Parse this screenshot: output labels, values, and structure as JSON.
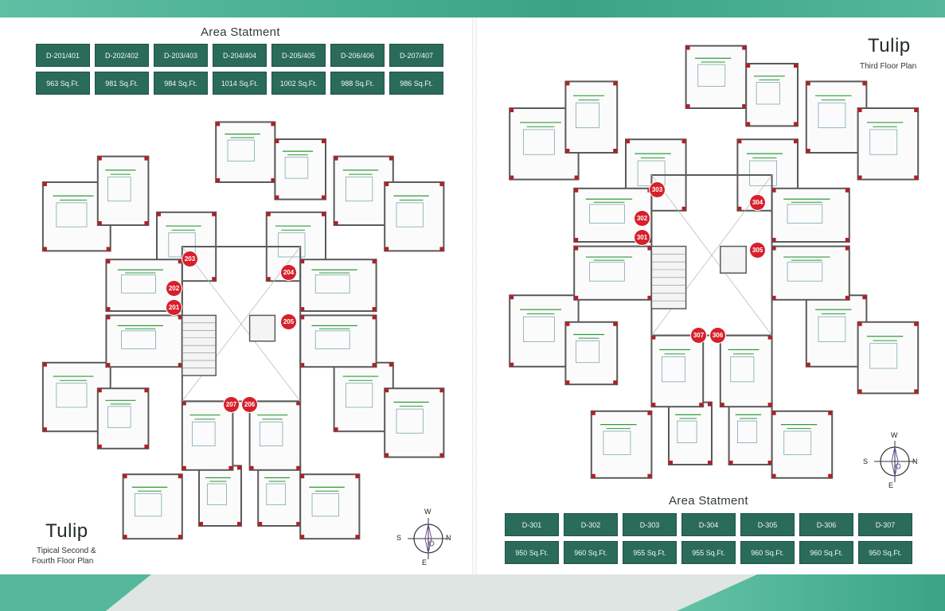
{
  "left": {
    "statement_title": "Area Statment",
    "units": [
      "D-201/401",
      "D-202/402",
      "D-203/403",
      "D-204/404",
      "D-205/405",
      "D-206/406",
      "D-207/407"
    ],
    "areas": [
      "963 Sq.Ft.",
      "981 Sq.Ft.",
      "984 Sq.Ft.",
      "1014 Sq.Ft.",
      "1002 Sq.Ft.",
      "988 Sq.Ft.",
      "986 Sq.Ft."
    ],
    "brand": "Tulip",
    "plan_title_line1": "Tipical Second &",
    "plan_title_line2": "Fourth Floor Plan",
    "badges": [
      "203",
      "202",
      "201",
      "204",
      "205",
      "207",
      "206"
    ]
  },
  "right": {
    "statement_title": "Area Statment",
    "units": [
      "D-301",
      "D-302",
      "D-303",
      "D-304",
      "D-305",
      "D-306",
      "D-307"
    ],
    "areas": [
      "950 Sq.Ft.",
      "960 Sq.Ft.",
      "955 Sq.Ft.",
      "955 Sq.Ft.",
      "960 Sq.Ft.",
      "960 Sq.Ft.",
      "950 Sq.Ft."
    ],
    "brand": "Tulip",
    "plan_title": "Third Floor Plan",
    "badges": [
      "303",
      "302",
      "301",
      "304",
      "305",
      "307",
      "306"
    ]
  },
  "compass": {
    "w": "W",
    "s": "S",
    "n": "N",
    "e": "E"
  },
  "colors": {
    "accent": "#2a6b5a",
    "band": "#3aa386",
    "badge": "#d6202b",
    "wall": "#5a5a5a",
    "column": "#b0202a",
    "label": "#2e9b3a"
  }
}
